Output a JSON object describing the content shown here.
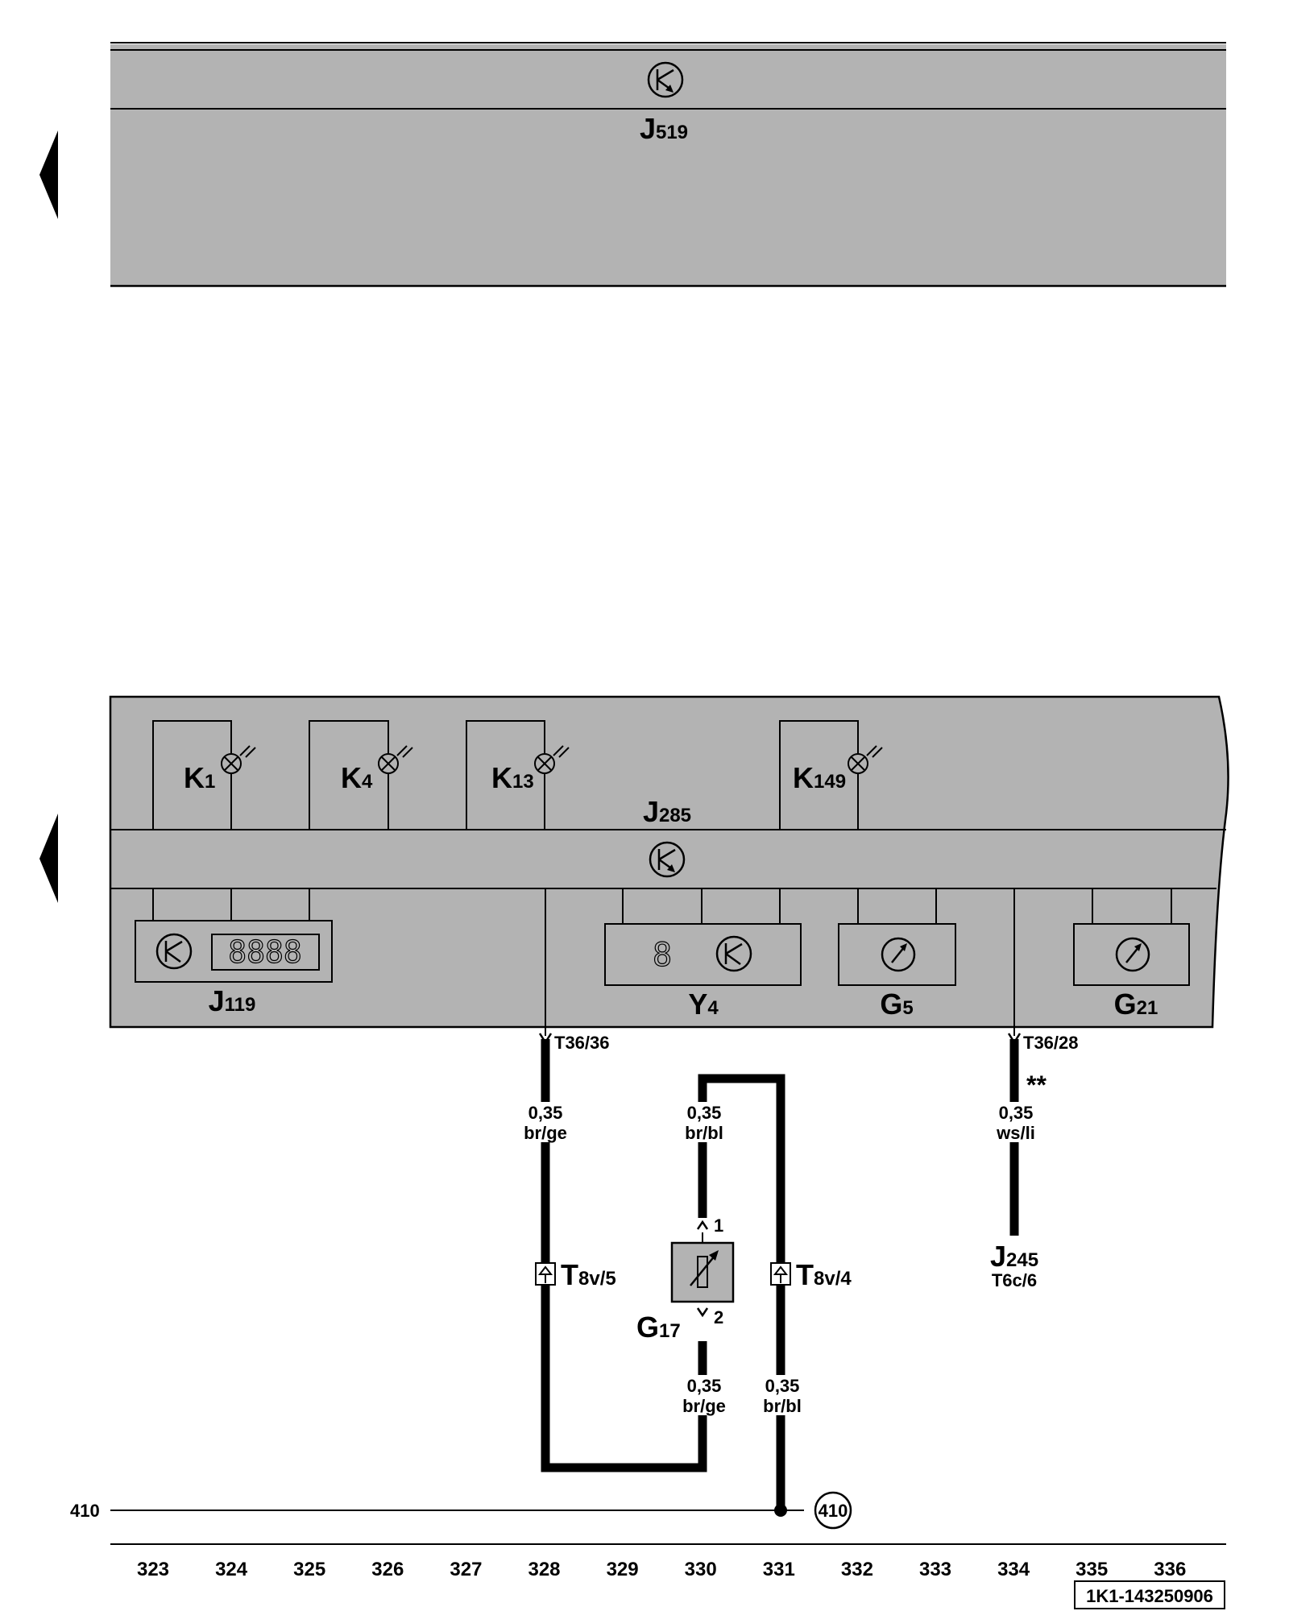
{
  "upper_module": {
    "label_main": "J",
    "label_sub": "519",
    "symbol": "transistor-symbol"
  },
  "lower_module": {
    "label_main": "J",
    "label_sub": "285",
    "symbol": "transistor-symbol",
    "lamps": [
      {
        "main": "K",
        "sub": "1"
      },
      {
        "main": "K",
        "sub": "4"
      },
      {
        "main": "K",
        "sub": "13"
      },
      {
        "main": "K",
        "sub": "149"
      }
    ],
    "display": {
      "main": "J",
      "sub": "119",
      "digits": "8888"
    },
    "indicator": {
      "main": "Y",
      "sub": "4",
      "digit": "8"
    },
    "gauge_g5": {
      "main": "G",
      "sub": "5"
    },
    "gauge_g21": {
      "main": "G",
      "sub": "21"
    }
  },
  "connectors": {
    "t36_36": "T36/36",
    "t36_28": "T36/28",
    "t8v5_main": "T",
    "t8v5_sub": "8v/5",
    "t8v4_main": "T",
    "t8v4_sub": "8v/4"
  },
  "wires": {
    "w328": {
      "size": "0,35",
      "color": "br/ge"
    },
    "w330_top": {
      "size": "0,35",
      "color": "br/bl"
    },
    "w330_bottom": {
      "size": "0,35",
      "color": "br/ge"
    },
    "w331": {
      "size": "0,35",
      "color": "br/bl"
    },
    "w334": {
      "size": "0,35",
      "color": "ws/li"
    }
  },
  "sensor": {
    "main": "G",
    "sub": "17",
    "pin1": "1",
    "pin2": "2"
  },
  "j245": {
    "main": "J",
    "sub": "245",
    "pin": "T6c/6",
    "note": "**"
  },
  "ground": {
    "left_label": "410",
    "circle_label": "410"
  },
  "axis": [
    "323",
    "324",
    "325",
    "326",
    "327",
    "328",
    "329",
    "330",
    "331",
    "332",
    "333",
    "334",
    "335",
    "336"
  ],
  "doc_id": "1K1-143250906",
  "colors": {
    "module_fill": "#b3b3b3",
    "line": "#000000",
    "background": "#ffffff"
  }
}
